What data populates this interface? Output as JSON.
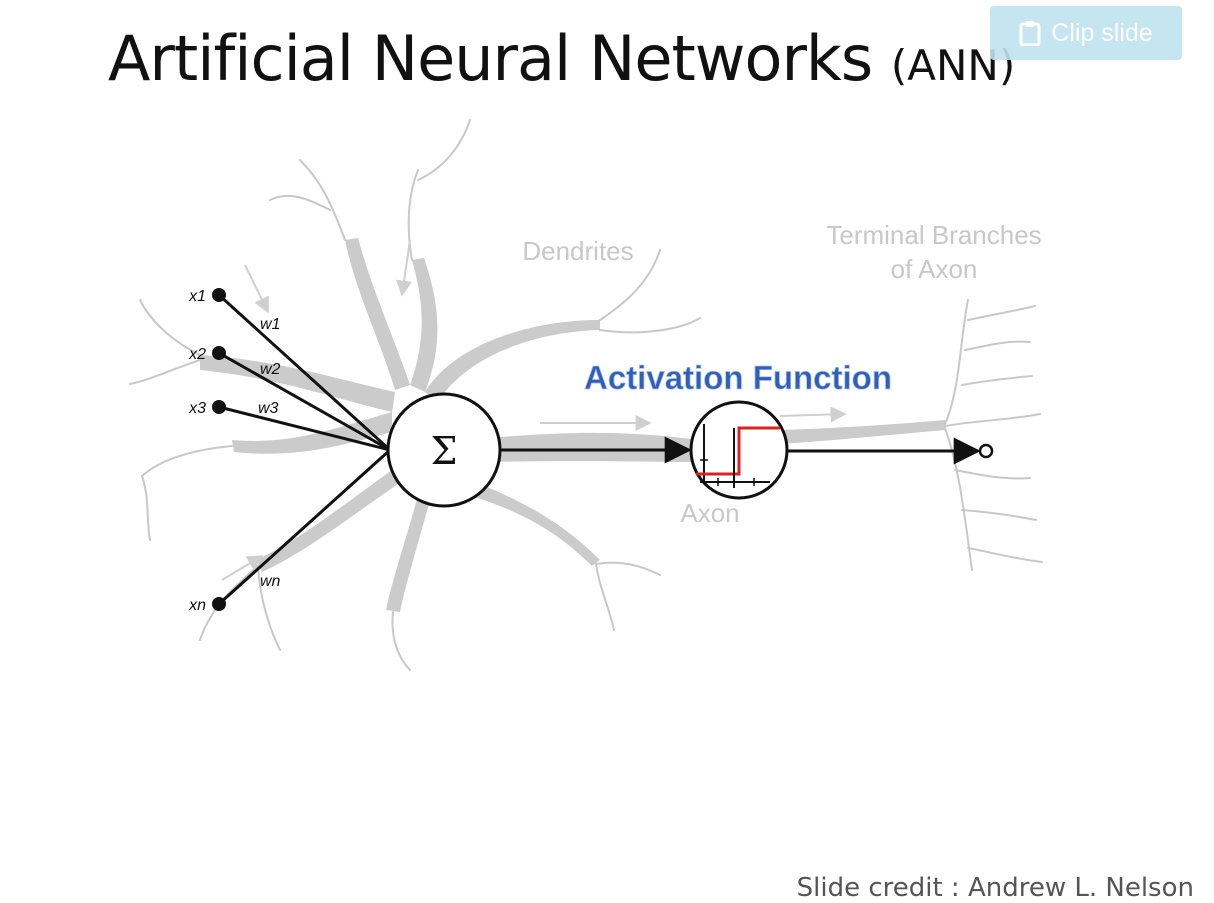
{
  "slide": {
    "title_main": "Artificial Neural Networks",
    "title_abbr": "(ANN)",
    "credit": "Slide credit : Andrew L. Nelson"
  },
  "clip_button": {
    "label": "Clip slide",
    "icon": "clipboard-icon"
  },
  "diagram": {
    "inputs": [
      {
        "x": "x1",
        "w": "w1"
      },
      {
        "x": "x2",
        "w": "w2"
      },
      {
        "x": "x3",
        "w": "w3"
      },
      {
        "x": "xn",
        "w": "wn"
      }
    ],
    "sum_symbol": "Σ",
    "labels": {
      "dendrites": "Dendrites",
      "terminal_line1": "Terminal Branches",
      "terminal_line2": "of Axon",
      "axon": "Axon",
      "activation": "Activation Function"
    },
    "colors": {
      "neuron": "#c8c8c8",
      "activation_text": "#2f5fb8",
      "step_curve": "#e02020"
    }
  }
}
